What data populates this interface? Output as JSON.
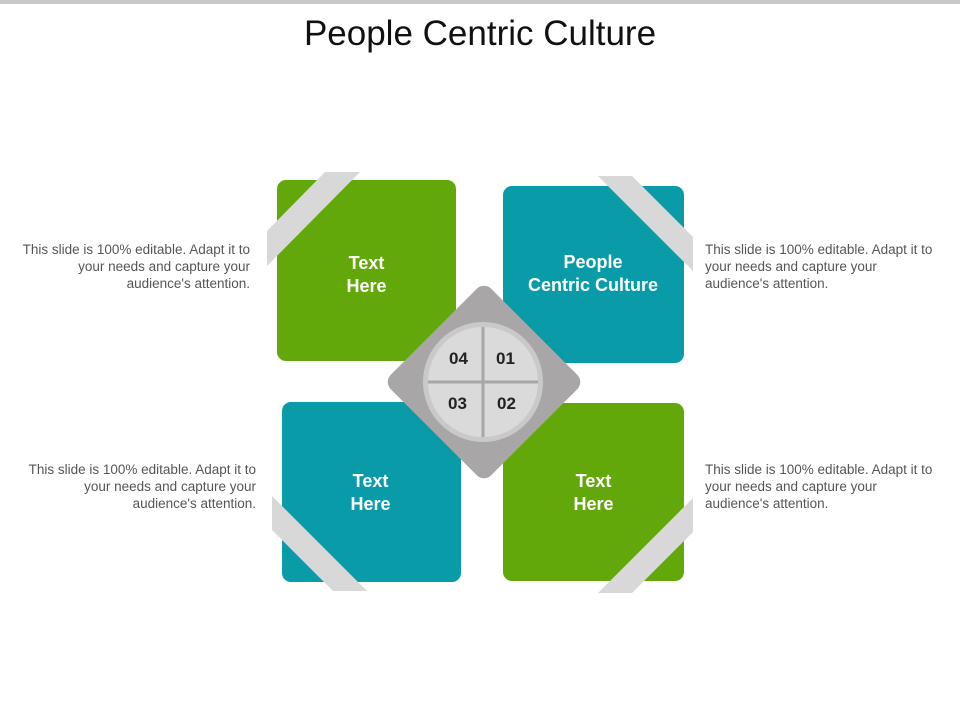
{
  "title": "People Centric Culture",
  "colors": {
    "green": "#63a80b",
    "teal": "#0a9ba8",
    "gray": "#a8a6a6",
    "ribbon": "#d8d8d8"
  },
  "quadrants": [
    {
      "number": "01",
      "label_line1": "People",
      "label_line2": "Centric Culture",
      "color": "teal",
      "description": "This slide is 100% editable. Adapt it to your needs and capture your audience's attention."
    },
    {
      "number": "02",
      "label_line1": "Text",
      "label_line2": "Here",
      "color": "green",
      "description": "This slide is 100% editable. Adapt it to your needs and capture your audience's attention."
    },
    {
      "number": "03",
      "label_line1": "Text",
      "label_line2": "Here",
      "color": "teal",
      "description": "This slide is 100% editable. Adapt it to your needs and capture your audience's attention."
    },
    {
      "number": "04",
      "label_line1": "Text",
      "label_line2": "Here",
      "color": "green",
      "description": "This slide is 100% editable. Adapt it to your needs and capture your audience's attention."
    }
  ]
}
